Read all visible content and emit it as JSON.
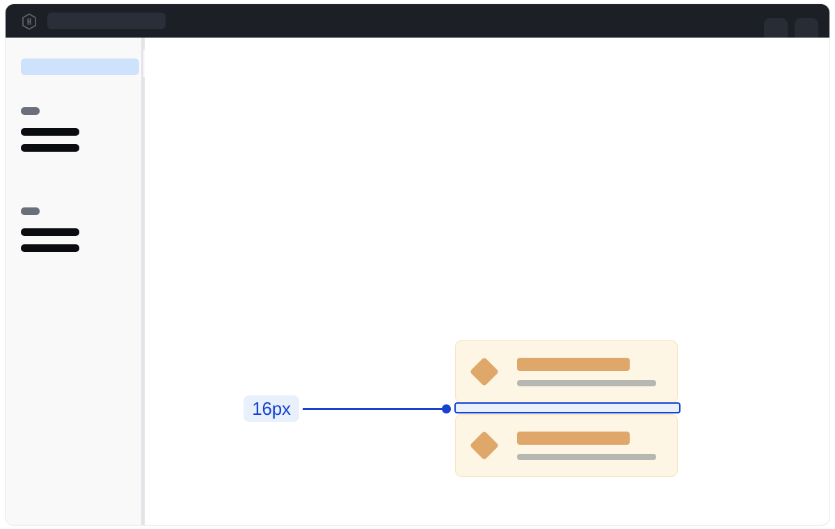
{
  "window": {
    "title_bar": {
      "logo_icon": "hashicorp-hex-logo-icon",
      "search_placeholder": "",
      "search_value": "",
      "account_chips": [
        {
          "icon": "user-chip-icon",
          "label": ""
        },
        {
          "icon": "menu-chip-icon",
          "label": ""
        }
      ]
    }
  },
  "sidebar": {
    "selected_item": {
      "label": "",
      "state": "selected"
    },
    "groups": [
      {
        "eyebrow_label": "",
        "items": [
          {
            "label": ""
          },
          {
            "label": ""
          }
        ]
      },
      {
        "eyebrow_label": "",
        "items": [
          {
            "label": ""
          },
          {
            "label": ""
          }
        ]
      }
    ],
    "collapse_handle_label": ""
  },
  "content": {
    "alert_cards": [
      {
        "icon": "diamond-alert-icon",
        "title": "",
        "subtitle": ""
      },
      {
        "icon": "diamond-alert-icon",
        "title": "",
        "subtitle": ""
      }
    ]
  },
  "spacing_inspector": {
    "measurement_label": "16px",
    "measured_property": "gap",
    "value": 16,
    "unit": "px",
    "accent_color": "#1543CE",
    "label_background": "#E8F0FC",
    "band_fill": "#EAF1FD"
  },
  "colors": {
    "topbar_background": "#1C1F26",
    "topbar_skeleton": "#2A2E38",
    "sidebar_background": "#F9F9FA",
    "divider": "#E3E3E8",
    "content_background": "#FFFFFF",
    "sidebar_selected": "#CFE2FB",
    "sidebar_eyebrow": "#6B6E7B",
    "sidebar_bar": "#0B0C10",
    "card_background": "#FDF6E5",
    "card_border": "#F7E3BC",
    "card_accent": "#DFA86A",
    "card_muted": "#B7B7B1"
  }
}
